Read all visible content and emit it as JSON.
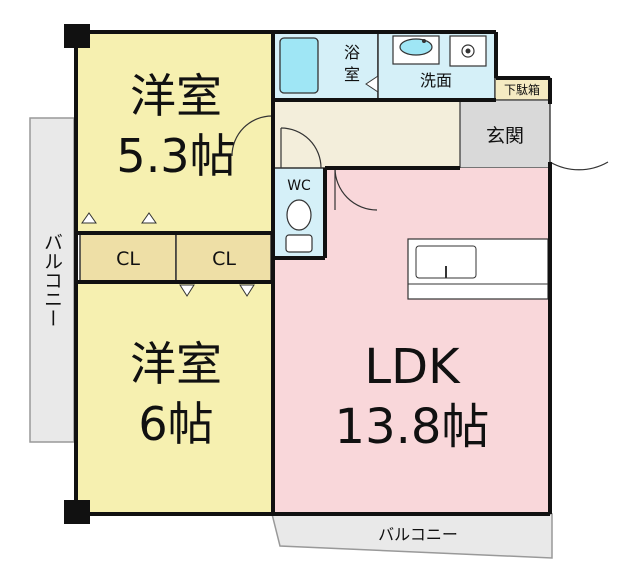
{
  "rooms": {
    "western_room_upper": {
      "name": "洋室",
      "size": "5.3帖"
    },
    "western_room_lower": {
      "name": "洋室",
      "size": "6帖"
    },
    "ldk": {
      "name": "LDK",
      "size": "13.8帖"
    },
    "bath": {
      "line1": "浴",
      "line2": "室"
    },
    "washroom": {
      "name": "洗面"
    },
    "shoe_box": {
      "name": "下駄箱"
    },
    "entrance": {
      "name": "玄関"
    },
    "wc": {
      "name": "WC"
    },
    "closet_left": {
      "name": "CL"
    },
    "closet_right": {
      "name": "CL"
    },
    "balcony_west": {
      "name": "バルコニー"
    },
    "balcony_south": {
      "name": "バルコニー"
    }
  },
  "colors": {
    "western_room": "#F6F0B0",
    "ldk": "#F9D7DA",
    "wet_area": "#D5F0F8",
    "closet": "#EEDFA6",
    "entrance": "#D9D9D9",
    "hall": "#F3EEDB",
    "shoe_box": "#F5EBC2",
    "balcony": "#E9E9E9",
    "wall": "#111111",
    "fixture": "#9FE6F5"
  }
}
